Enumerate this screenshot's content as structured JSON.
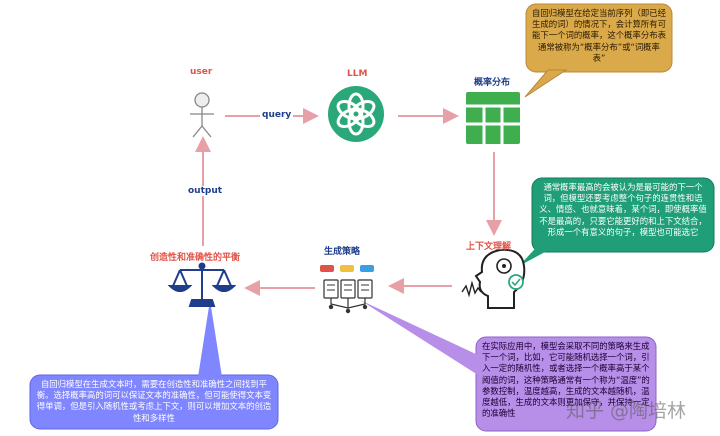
{
  "nodes": {
    "user": "user",
    "llm": "LLM",
    "prob_dist": "概率分布",
    "context": "上下文理解",
    "strategy": "生成策略",
    "balance": "创造性和准确性的平衡"
  },
  "edges": {
    "query": "query",
    "output": "output"
  },
  "notes": {
    "prob_note": "自回归模型在给定当前序列（即已经生成的词）的情况下，会计算所有可能下一个词的概率，这个概率分布表通常被称为“概率分布”或“词概率表”",
    "context_note": "通常概率最高的会被认为是最可能的下一个词，但模型还要考虑整个句子的连贯性和语义、情感、也就意味着，某个词，即使概率值不是最高的，只要它能更好的和上下文结合，形成一个有意义的句子，模型也可能选它",
    "strategy_note": "在实际应用中，模型会采取不同的策略来生成下一个词，比如，它可能随机选择一个词，引入一定的随机性，或者选择一个概率高于某个阈值的词，这种策略通常有一个称为“温度”的参数控制，温度越高，生成的文本越随机，温度越低，生成的文本则更加保守，并保持一定的准确性",
    "balance_note": "自回归模型在生成文本时，需要在创造性和准确性之间找到平衡。选择概率高的词可以保证文本的准确性，但可能使得文本变得单调，但是引入随机性或考虑上下文，则可以增加文本的创造性和多样性"
  },
  "watermark": "知乎 @陶培林",
  "colors": {
    "arrow": "#e8a0a8",
    "label_red": "#e0534a",
    "label_blue": "#1f3d8a",
    "llm_green": "#2aa87a",
    "table_green": "#3fae4f",
    "note_orange": "#d9a94a",
    "note_green": "#1f9e77",
    "note_purple": "#b78ee8",
    "note_blue": "#7f86ff"
  }
}
